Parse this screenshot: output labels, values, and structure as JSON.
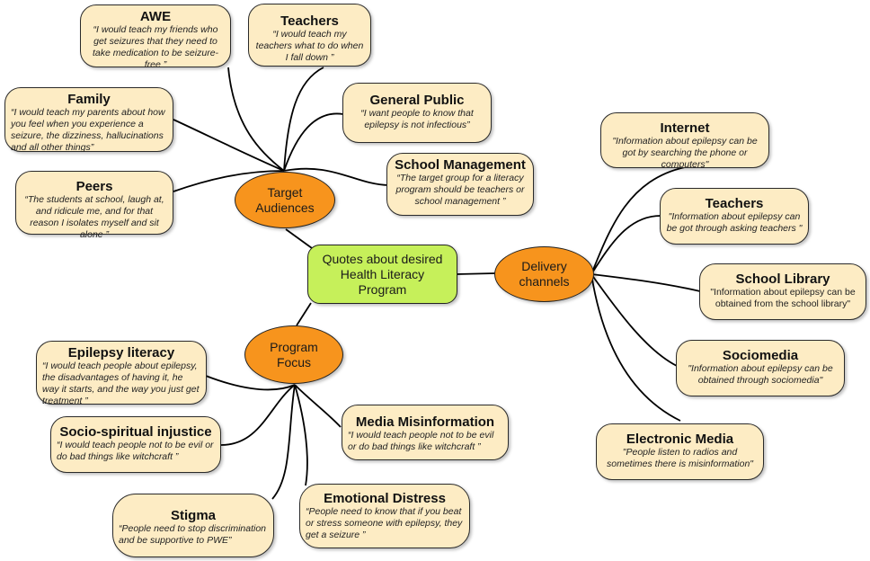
{
  "colors": {
    "leaf_fill": "#fdecc4",
    "hub_fill": "#f7941d",
    "center_fill": "#c6f05a",
    "line": "#000000"
  },
  "center": {
    "label": "Quotes about desired Health Literacy Program"
  },
  "hubs": {
    "target_audiences": {
      "label": "Target Audiences"
    },
    "delivery_channels": {
      "label": "Delivery channels"
    },
    "program_focus": {
      "label": "Program Focus"
    }
  },
  "target_audiences": [
    {
      "title": "AWE",
      "quote": "“I would teach my friends who get seizures that they need to take medication to be seizure-free ”"
    },
    {
      "title": "Teachers",
      "quote": "“I would teach my teachers what to do when I fall down ”"
    },
    {
      "title": "Family",
      "quote": "“I would teach my parents about how you feel when you experience a seizure, the dizziness, hallucinations and all other things”"
    },
    {
      "title": "General Public",
      "quote": "“I want people to know that epilepsy is not infectious”"
    },
    {
      "title": "School Management",
      "quote": "“The target group for a literacy program should be teachers or school management ”"
    },
    {
      "title": "Peers",
      "quote": "“The students at school, laugh at, and ridicule me, and for that reason I isolates myself and sit alone ”"
    }
  ],
  "delivery_channels": [
    {
      "title": "Internet",
      "quote": "\"Information about epilepsy can be got by searching the phone or computers\""
    },
    {
      "title": "Teachers",
      "quote": "\"Information about epilepsy can be got through asking teachers \""
    },
    {
      "title": "School Library",
      "quote": "\"Information about epilepsy can be obtained from the school library\""
    },
    {
      "title": "Sociomedia",
      "quote": "\"Information about epilepsy can be obtained through sociomedia\""
    },
    {
      "title": "Electronic Media",
      "quote": "\"People listen to radios and sometimes there is misinformation\""
    }
  ],
  "program_focus": [
    {
      "title": "Epilepsy literacy",
      "quote": "“I would teach people about epilepsy, the disadvantages of having it, he way it starts, and the way you just get treatment ”"
    },
    {
      "title": "Socio-spiritual injustice",
      "quote": "“I would teach people not to be evil or do bad things like witchcraft ”"
    },
    {
      "title": "Media Misinformation",
      "quote": "“I would teach people not to be evil or do bad things like witchcraft ”"
    },
    {
      "title": "Stigma",
      "quote": "“People need to stop discrimination and be supportive to PWE”"
    },
    {
      "title": "Emotional Distress",
      "quote": "“People need to know that if you beat or stress someone with epilepsy, they get a seizure ”"
    }
  ]
}
